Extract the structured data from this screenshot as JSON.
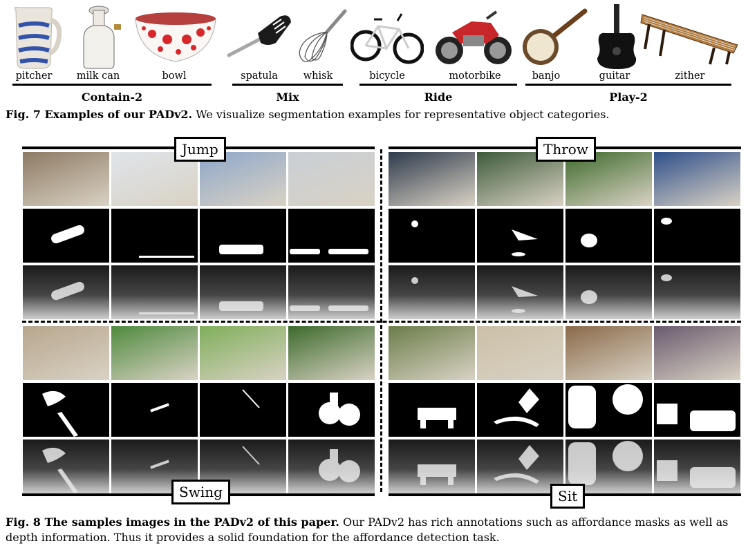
{
  "fig7": {
    "objects": [
      {
        "label": "pitcher",
        "icon": "pitcher-icon"
      },
      {
        "label": "milk can",
        "icon": "milk-can-icon"
      },
      {
        "label": "bowl",
        "icon": "bowl-icon"
      },
      {
        "label": "spatula",
        "icon": "spatula-icon"
      },
      {
        "label": "whisk",
        "icon": "whisk-icon"
      },
      {
        "label": "bicycle",
        "icon": "bicycle-icon"
      },
      {
        "label": "motorbike",
        "icon": "motorbike-icon"
      },
      {
        "label": "banjo",
        "icon": "banjo-icon"
      },
      {
        "label": "guitar",
        "icon": "guitar-icon"
      },
      {
        "label": "zither",
        "icon": "zither-icon"
      }
    ],
    "groups": [
      "Contain-2",
      "Mix",
      "Ride",
      "Play-2"
    ],
    "caption_label": "Fig. 7  Examples of our PADv2.",
    "caption_text": " We visualize segmentation examples for representative object categories."
  },
  "fig8": {
    "quadrants": [
      "Jump",
      "Throw",
      "Swing",
      "Sit"
    ],
    "caption_label": "Fig. 8  The samples images in the PADv2 of this paper.",
    "caption_text": " Our PADv2 has rich annotations such as affordance masks as well as depth information. Thus it provides a solid foundation for the affordance detection task."
  }
}
